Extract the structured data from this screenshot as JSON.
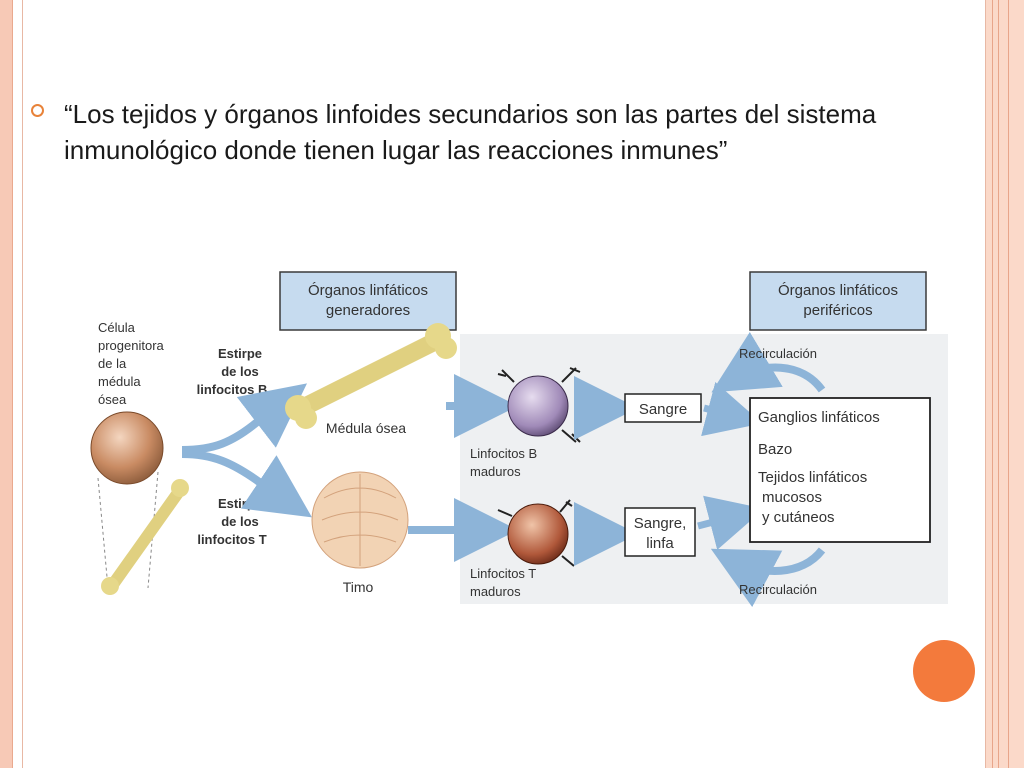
{
  "slide": {
    "bullet_text": "“Los tejidos y órganos linfoides secundarios son las partes del sistema inmunológico donde tienen lugar las reacciones inmunes”"
  },
  "diagram": {
    "header_generadores": [
      "Órganos linfáticos",
      "generadores"
    ],
    "header_perifericos": [
      "Órganos linfáticos",
      "periféricos"
    ],
    "progenitor_label": [
      "Célula",
      "progenitora",
      "de la",
      "médula",
      "ósea"
    ],
    "estirpe_b": [
      "Estirpe",
      "de los",
      "linfocitos B"
    ],
    "estirpe_t": [
      "Estirpe",
      "de los",
      "linfocitos T"
    ],
    "medula_label": "Médula ósea",
    "timo_label": "Timo",
    "linfocitos_b_label": [
      "Linfocitos B",
      "maduros"
    ],
    "linfocitos_t_label": [
      "Linfocitos T",
      "maduros"
    ],
    "sangre_label": "Sangre",
    "sangre_linfa_label": [
      "Sangre,",
      "linfa"
    ],
    "peripheral_organs": [
      "Ganglios linfáticos",
      "Bazo",
      "Tejidos linfáticos",
      "mucosos",
      "y cutáneos"
    ],
    "recirculacion_top": "Recirculación",
    "recirculacion_bottom": "Recirculación"
  },
  "colors": {
    "accent": "#e8833a",
    "orange_circle": "#f37a3c",
    "header_box": "#c6dbef",
    "arrow_blue": "#8db4d8"
  }
}
